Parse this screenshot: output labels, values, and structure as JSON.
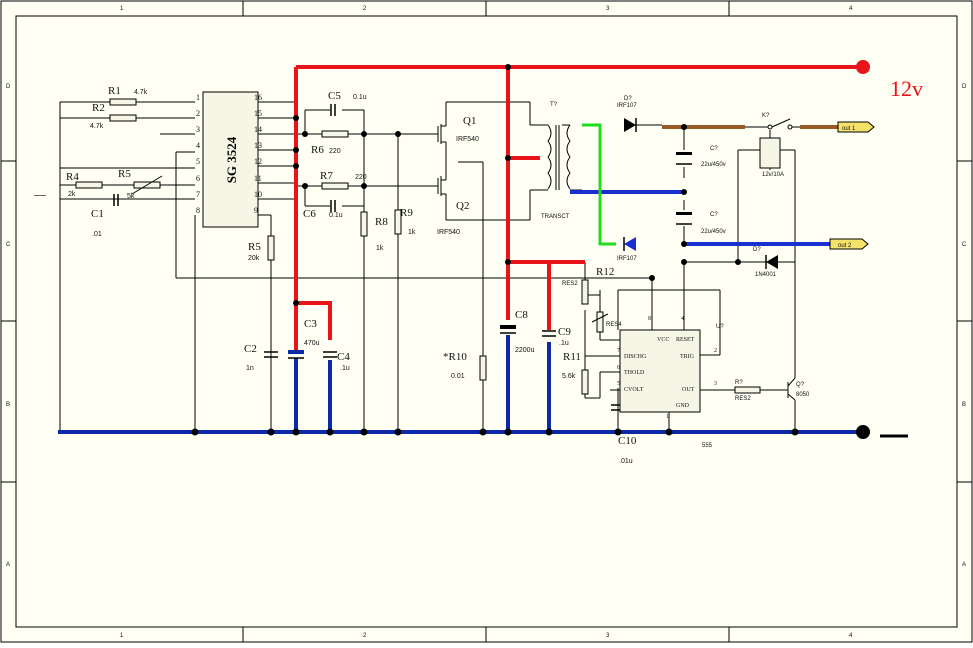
{
  "border": {
    "cols_top": [
      "1",
      "2",
      "3",
      "4"
    ],
    "cols_bottom": [
      "1",
      "2",
      "3",
      "4"
    ],
    "rows_left": [
      "D",
      "C",
      "B",
      "A"
    ],
    "rows_right": [
      "D",
      "C",
      "B",
      "A"
    ]
  },
  "supply": {
    "positive": "12v",
    "negative": "—",
    "input_minus": "—"
  },
  "ic1": {
    "name": "SG 3524",
    "pins_left": [
      "1",
      "2",
      "3",
      "4",
      "5",
      "6",
      "7",
      "8"
    ],
    "pins_right": [
      "16",
      "15",
      "14",
      "13",
      "12",
      "11",
      "10",
      "9"
    ]
  },
  "resistors": {
    "r1": {
      "ref": "R1",
      "value": "4.7k"
    },
    "r2": {
      "ref": "R2",
      "value": "4.7k"
    },
    "r4": {
      "ref": "R4",
      "value": "2k"
    },
    "r5a": {
      "ref": "R5",
      "value": "5k"
    },
    "r5b": {
      "ref": "R5",
      "value": "20k"
    },
    "r6": {
      "ref": "R6",
      "value": "220"
    },
    "r7": {
      "ref": "R7",
      "value": "220"
    },
    "r8": {
      "ref": "R8",
      "value": "1k"
    },
    "r9": {
      "ref": "R9",
      "value": "1k"
    },
    "r10": {
      "ref": "*R10",
      "value": "0.01"
    },
    "r11": {
      "ref": "R11",
      "value": "5.6k"
    },
    "r12": {
      "ref": "R12",
      "value": "RES4"
    },
    "res2a": {
      "ref": "RES2",
      "value": ""
    },
    "rq": {
      "ref": "R?",
      "value": "RES2"
    }
  },
  "capacitors": {
    "c1": {
      "ref": "C1",
      "value": ".01"
    },
    "c2": {
      "ref": "C2",
      "value": "1n"
    },
    "c3": {
      "ref": "C3",
      "value": "470u"
    },
    "c4": {
      "ref": "C4",
      "value": ".1u"
    },
    "c5": {
      "ref": "C5",
      "value": "0.1u"
    },
    "c6": {
      "ref": "C6",
      "value": "0.1u"
    },
    "c8": {
      "ref": "C8",
      "value": "2200u"
    },
    "c9": {
      "ref": "C9",
      "value": ".1u"
    },
    "c10": {
      "ref": "C10",
      "value": ".01u"
    },
    "cq1": {
      "ref": "C?",
      "value": "22u/450v"
    },
    "cq2": {
      "ref": "C?",
      "value": "22u/450v"
    }
  },
  "mosfets": {
    "q1": {
      "ref": "Q1",
      "value": "IRF540"
    },
    "q2": {
      "ref": "Q2",
      "value": "IRF540"
    }
  },
  "transformer": {
    "ref": "T?",
    "value": "TRANSCT"
  },
  "diodes": {
    "d1": {
      "ref": "D?",
      "value": "IRF107"
    },
    "d2": {
      "ref": "",
      "value": "IRF107"
    },
    "d3": {
      "ref": "D?",
      "value": "1N4001"
    }
  },
  "relay": {
    "ref": "K?",
    "value": "12v/10A"
  },
  "outputs": {
    "out1": "out 1",
    "out2": "out 2"
  },
  "ic2": {
    "name": "555",
    "ref": "U?",
    "pins": {
      "vcc": "VCC",
      "dischg": "DISCHG",
      "thold": "THOLD",
      "cvolt": "CVOLT",
      "reset": "RESET",
      "trig": "TRIG",
      "out": "OUT",
      "gnd": "GND"
    },
    "pin_numbers": {
      "p8": "8",
      "p4": "4",
      "p7": "7",
      "p6": "6",
      "p5": "5",
      "p2": "2",
      "p3": "3",
      "p1": "1"
    }
  },
  "transistor": {
    "ref": "Q?",
    "value": "8050"
  },
  "colors": {
    "vplus": "#e8141a",
    "ground": "#0c2aa8",
    "secondary": "#1fdc1f",
    "output_wire": "#9a5a28",
    "sheet_bg": "#ffffff"
  }
}
